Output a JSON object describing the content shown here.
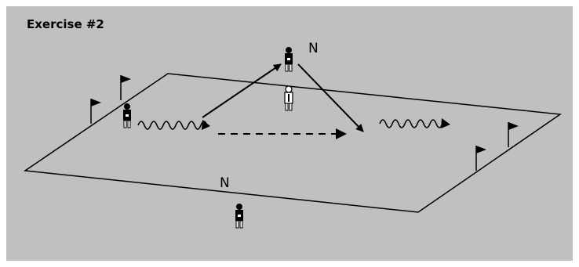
{
  "title": "Exercise #2",
  "labels": {
    "n_top": "N",
    "n_bottom": "N"
  },
  "players": [
    "attacker-player",
    "neutral-player-top",
    "defender-player",
    "neutral-player-bottom"
  ],
  "flags_count": 4,
  "colors": {
    "background": "#c0c0c0",
    "frame": "#ffffff",
    "ink": "#000000",
    "player_light": "#ffffff"
  }
}
